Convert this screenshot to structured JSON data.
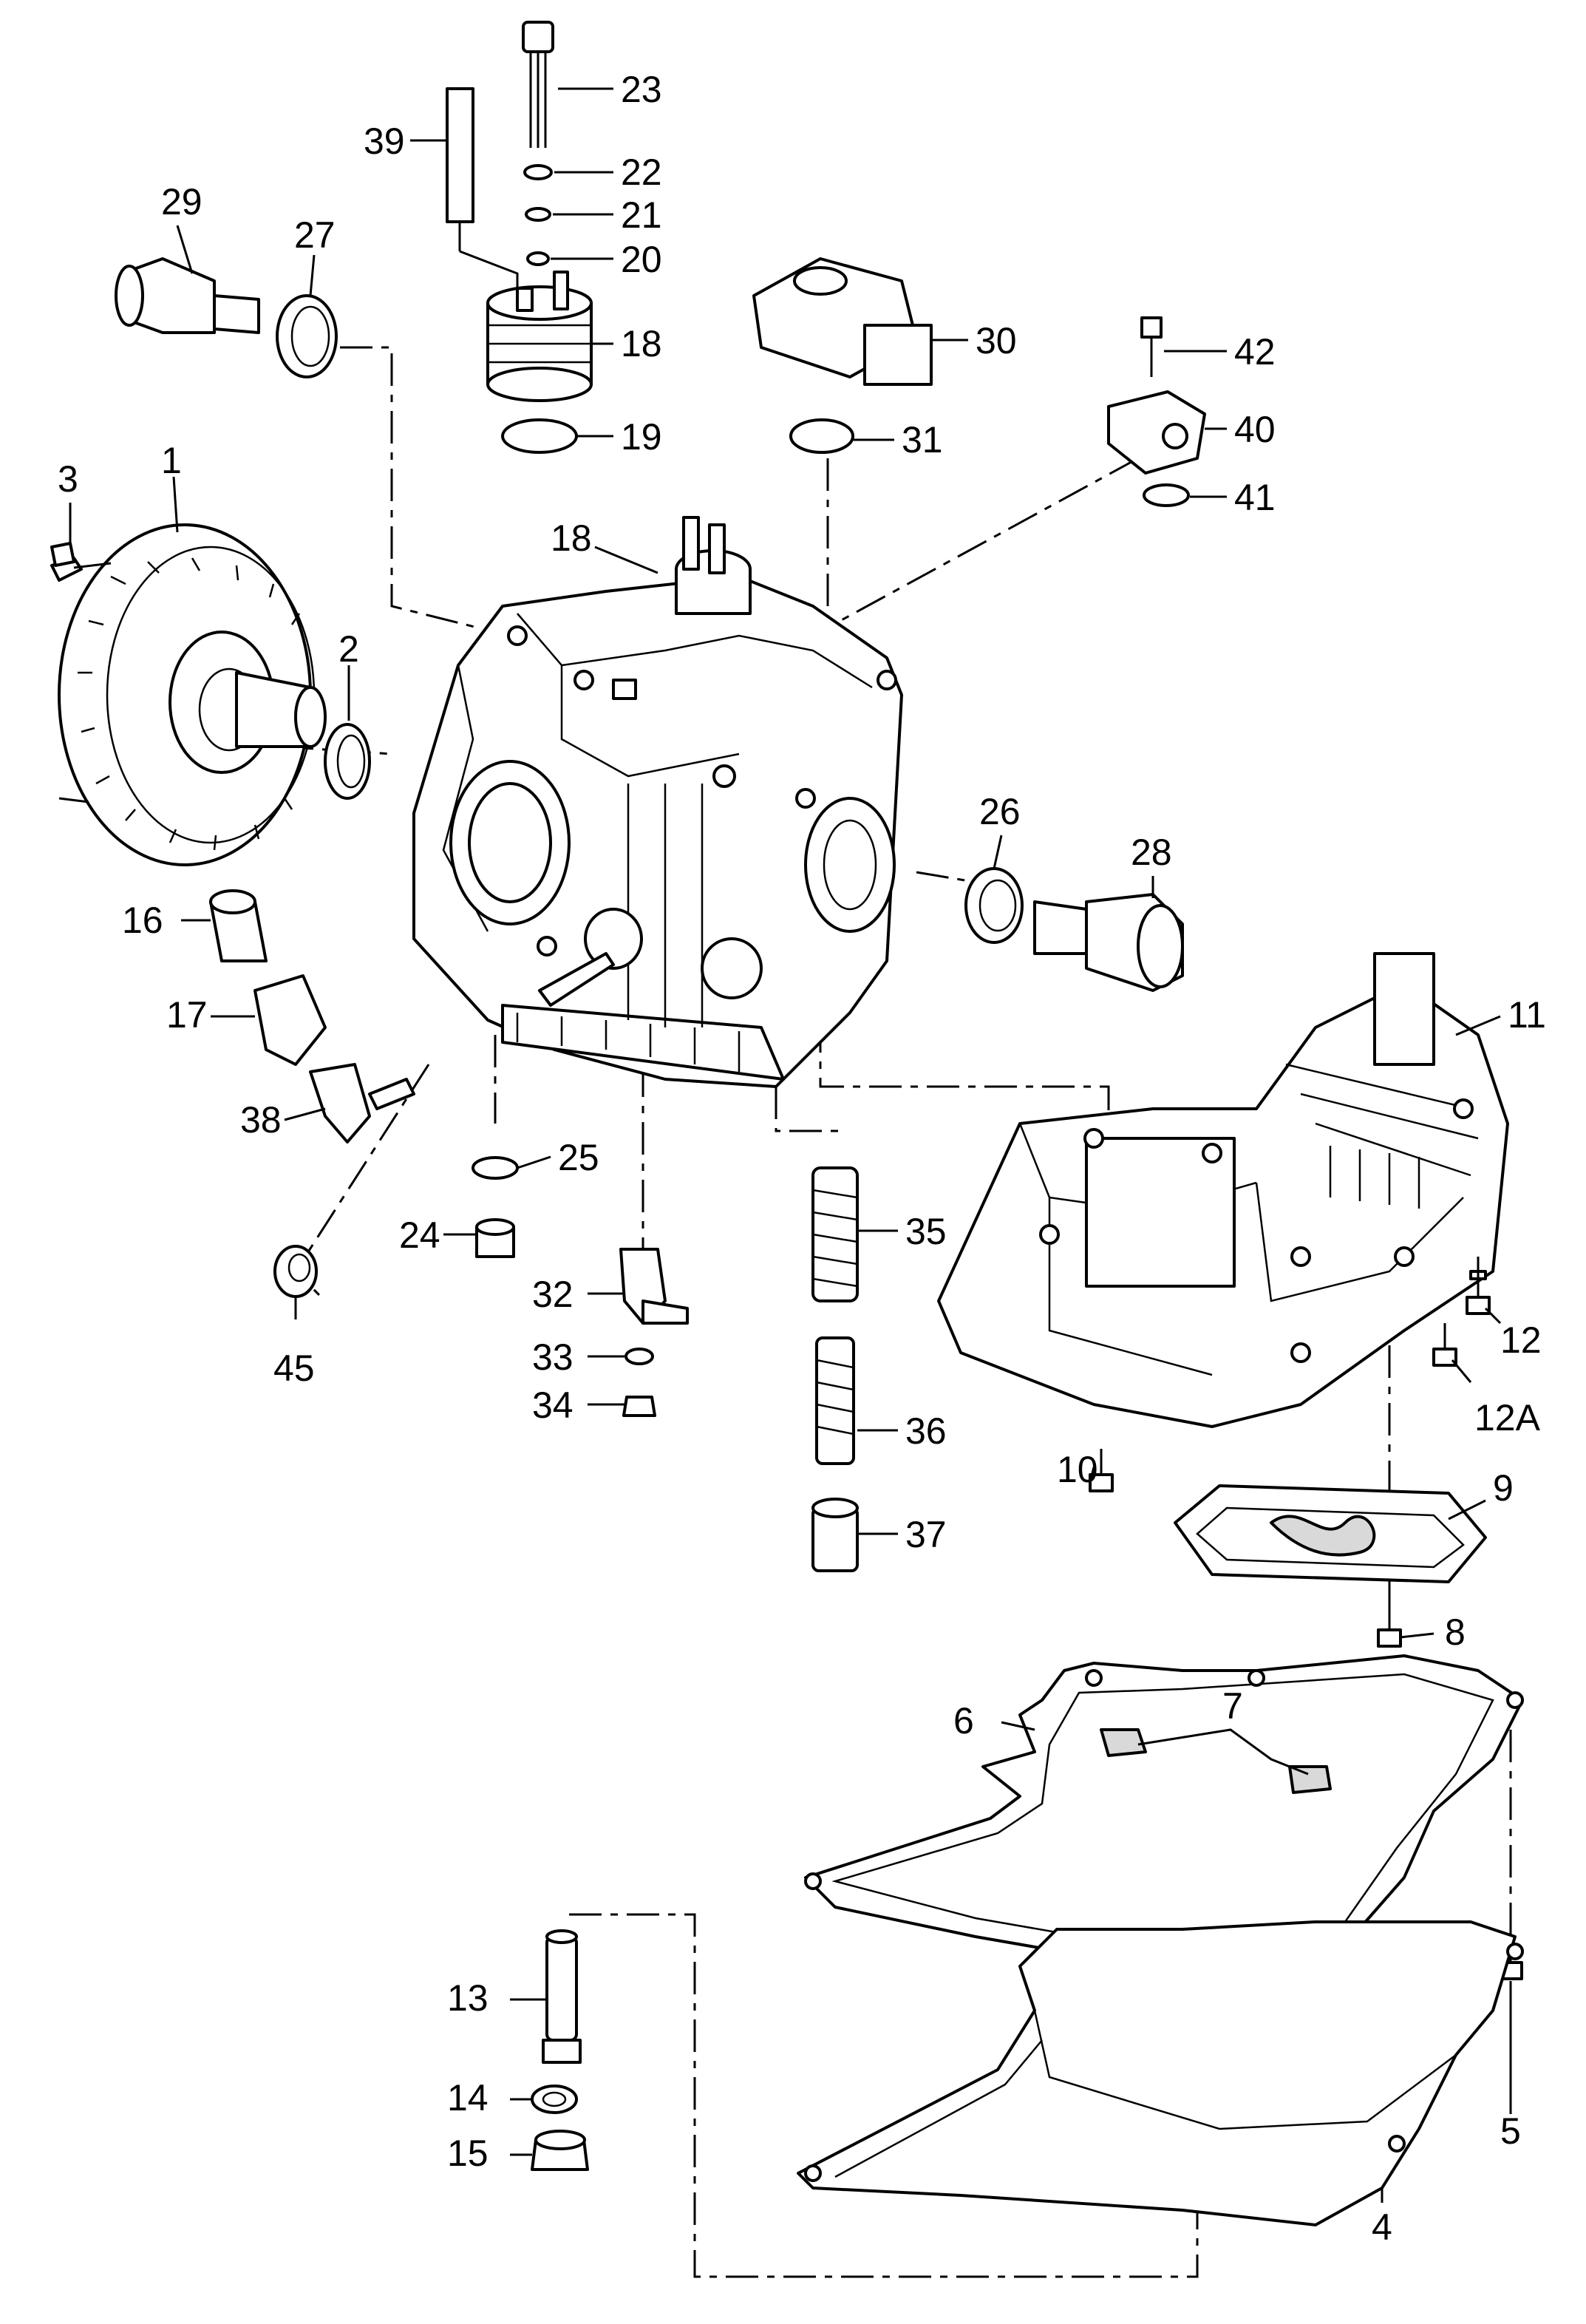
{
  "diagram": {
    "callouts": {
      "c1": "1",
      "c2": "2",
      "c3": "3",
      "c4": "4",
      "c5": "5",
      "c6": "6",
      "c7": "7",
      "c8": "8",
      "c9": "9",
      "c10": "10",
      "c11": "11",
      "c12": "12",
      "c12a": "12A",
      "c13": "13",
      "c14": "14",
      "c15": "15",
      "c16": "16",
      "c17": "17",
      "c18a": "18",
      "c18b": "18",
      "c19": "19",
      "c20": "20",
      "c21": "21",
      "c22": "22",
      "c23": "23",
      "c24": "24",
      "c25": "25",
      "c26": "26",
      "c27": "27",
      "c28": "28",
      "c29": "29",
      "c30": "30",
      "c31": "31",
      "c32": "32",
      "c33": "33",
      "c34": "34",
      "c35": "35",
      "c36": "36",
      "c37": "37",
      "c38": "38",
      "c39": "39",
      "c40": "40",
      "c41": "41",
      "c42": "42",
      "c45": "45"
    }
  }
}
